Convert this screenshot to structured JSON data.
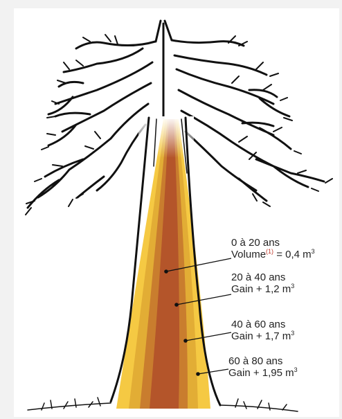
{
  "annotations": [
    {
      "period": "0 à 20 ans",
      "prefix": "Volume",
      "note": "(1)",
      "value": " = 0,4 m",
      "unit_exp": "3"
    },
    {
      "period": "20 à 40 ans",
      "prefix": "Gain",
      "note": "",
      "value": " + 1,2 m",
      "unit_exp": "3"
    },
    {
      "period": "40 à 60 ans",
      "prefix": "Gain",
      "note": "",
      "value": " + 1,7 m",
      "unit_exp": "3"
    },
    {
      "period": "60 à 80 ans",
      "prefix": "Gain",
      "note": "",
      "value": " + 1,95 m",
      "unit_exp": "3"
    }
  ],
  "colors": {
    "background": "#f2f2f2",
    "ring_0_20": "#b4552a",
    "ring_20_40": "#c97d2e",
    "ring_40_60": "#e2ad35",
    "ring_60_80": "#f5c943",
    "note": "#c0392b"
  }
}
